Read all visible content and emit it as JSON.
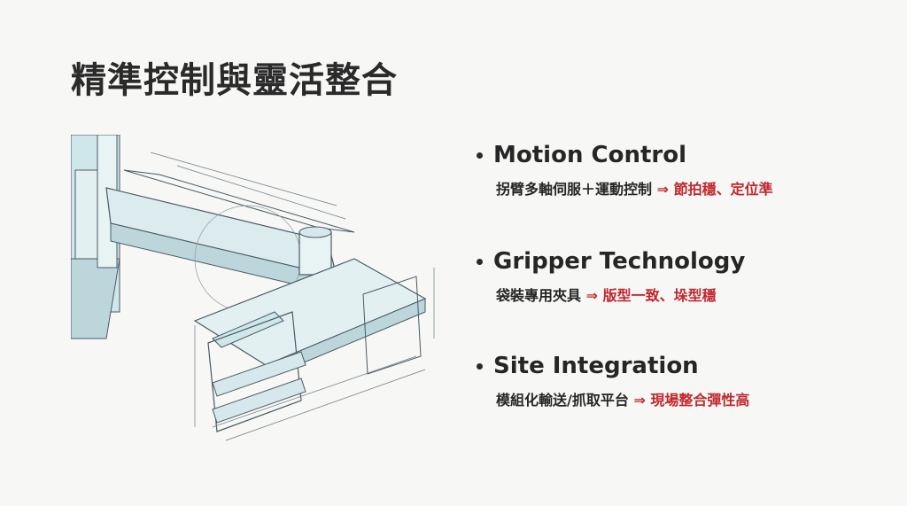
{
  "slide": {
    "title": "精準控制與靈活整合",
    "bullets": [
      {
        "heading": "Motion Control",
        "desc_lead": "拐臂多軸伺服＋運動控制",
        "arrow": "⇒",
        "desc_result": "節拍穩、定位準"
      },
      {
        "heading": "Gripper Technology",
        "desc_lead": "袋裝專用夾具",
        "arrow": "⇒",
        "desc_result": "版型一致、垛型穩"
      },
      {
        "heading": "Site Integration",
        "desc_lead": "模組化輸送/抓取平台",
        "arrow": "⇒",
        "desc_result": "現場整合彈性高"
      }
    ]
  },
  "colors": {
    "background": "#f7f7f5",
    "text": "#262626",
    "accent": "#c0282e",
    "blueprint_fill": "#cfe6ea",
    "blueprint_line": "#4a5a64"
  },
  "illustration": {
    "icon": "gantry-robot-technical-drawing-icon"
  }
}
